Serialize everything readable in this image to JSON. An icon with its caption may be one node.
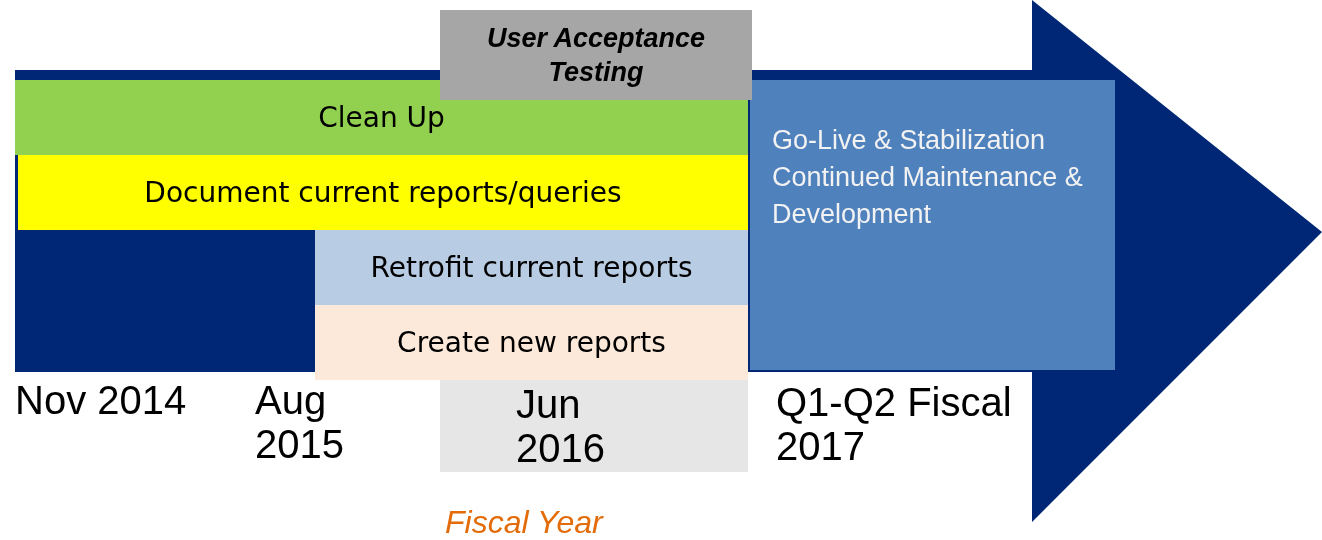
{
  "diagram": {
    "nodes": [
      {
        "text": [
          "User Acceptance Testing"
        ]
      },
      {
        "text": [
          "Clean Up"
        ]
      },
      {
        "text": [
          "Document current reports/queries"
        ]
      },
      {
        "text": [
          "Retrofit current reports"
        ]
      },
      {
        "text": [
          "Create new reports"
        ]
      },
      {
        "text": [
          "Go-Live & Stabilization",
          "Continued Maintenance & Development"
        ]
      },
      {
        "text": [
          "Jun 2016"
        ]
      }
    ],
    "labels": [
      "Nov 2014",
      "Aug 2015",
      "Q1-Q2 Fiscal 2017",
      "Fiscal Year"
    ]
  }
}
